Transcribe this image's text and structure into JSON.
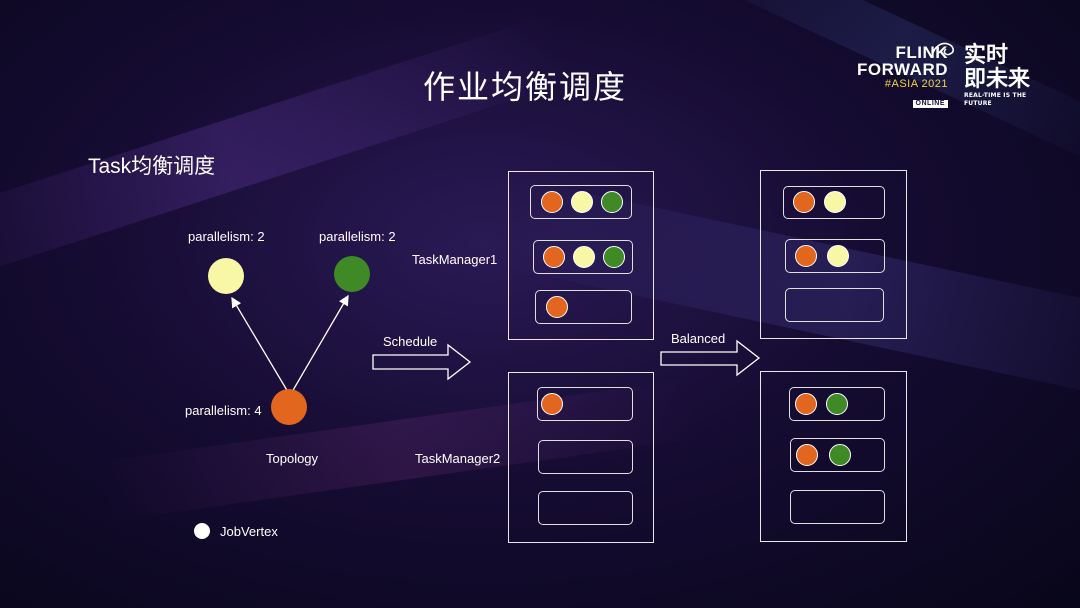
{
  "slide": {
    "title": "作业均衡调度",
    "subtitle": "Task均衡调度"
  },
  "logo": {
    "line1": "FLINK",
    "line2": "FORWARD",
    "line3": "#ASIA 2021",
    "badge": "ONLINE",
    "zh_line1": "实时",
    "zh_line2": "即未来",
    "tagline": "REAL-TIME IS THE FUTURE"
  },
  "topology": {
    "node_left_label": "parallelism: 2",
    "node_right_label": "parallelism: 2",
    "node_bottom_label": "parallelism: 4",
    "caption": "Topology",
    "legend_label": "JobVertex"
  },
  "arrows": {
    "schedule_label": "Schedule",
    "balanced_label": "Balanced"
  },
  "task_managers": {
    "tm1_label": "TaskManager1",
    "tm2_label": "TaskManager2"
  },
  "colors": {
    "orange": "#e2661e",
    "yellow": "#f8f7a6",
    "green": "#3f8a27"
  }
}
